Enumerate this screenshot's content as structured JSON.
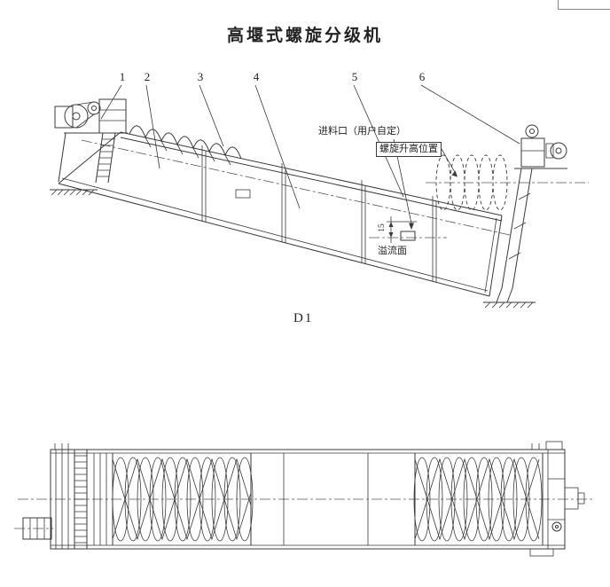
{
  "title": "高堰式螺旋分级机",
  "side_view": {
    "part_labels": [
      "1",
      "2",
      "3",
      "4",
      "5",
      "6"
    ],
    "annotations": {
      "feed_inlet": "进料口（用户自定）",
      "spiral_raised": "螺旋升高位置",
      "overflow_surface": "溢流面",
      "weir_height_dim": "15"
    },
    "view_label": "D1"
  },
  "colors": {
    "line": "#3a3a3a",
    "background": "#ffffff"
  }
}
